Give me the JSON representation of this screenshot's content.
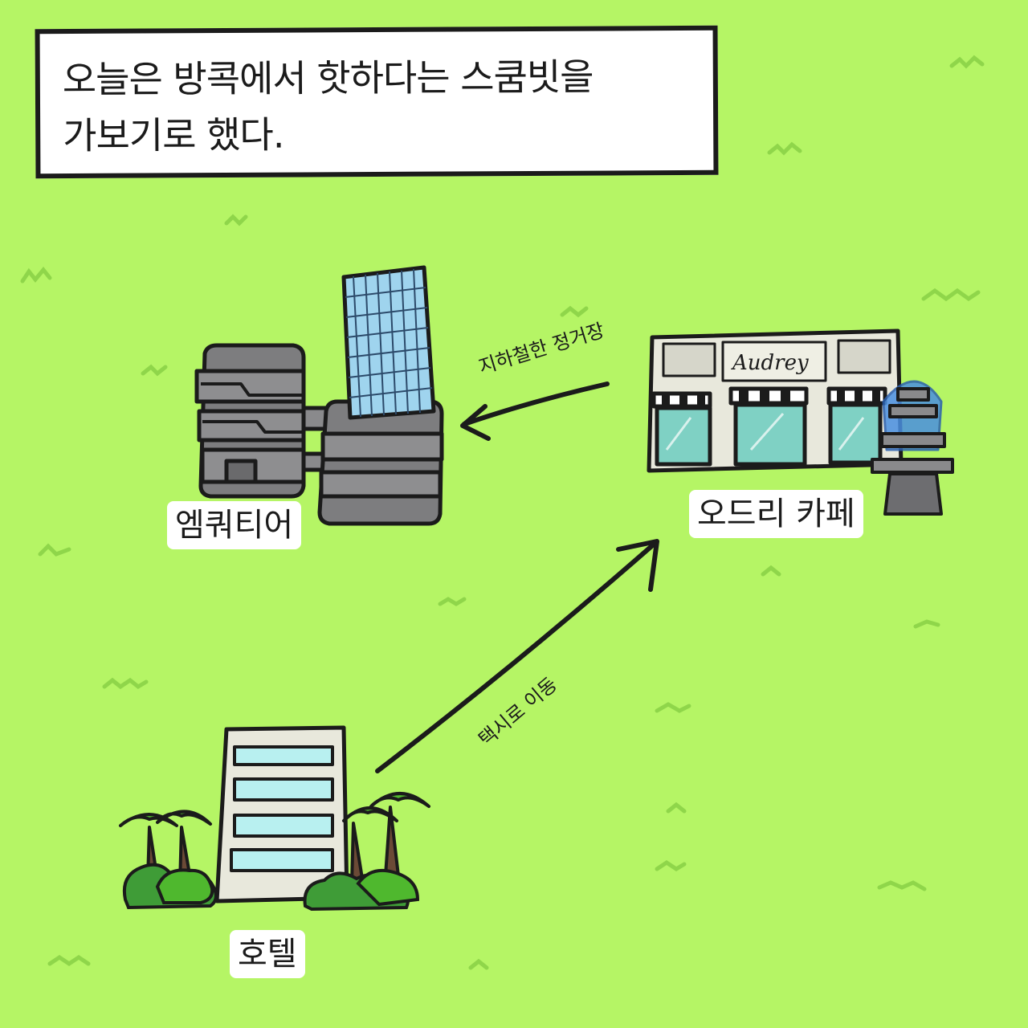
{
  "caption": {
    "line1": "오늘은 방콕에서 핫하다는 스쿰빗을",
    "line2": "가보기로 했다."
  },
  "places": {
    "emquartier": "엠쿼티어",
    "audrey_cafe": "오드리 카페",
    "hotel": "호텔"
  },
  "cafe_sign": "Audrey",
  "routes": {
    "skytrain_station": "지하철한 정거장",
    "taxi": "택시로 이동"
  },
  "colors": {
    "grass": "#b5f565",
    "grass_mark": "#8fd64a",
    "ink": "#1b1b1b",
    "building_gray": "#7d7d7f",
    "glass_blue": "#9fd4ee",
    "cafe_wall": "#e8e8dc",
    "cafe_glass": "#7fd1c4",
    "fountain_water": "#4a8fe0",
    "palm_green": "#4fb82e",
    "bush_green": "#3f9c37"
  }
}
